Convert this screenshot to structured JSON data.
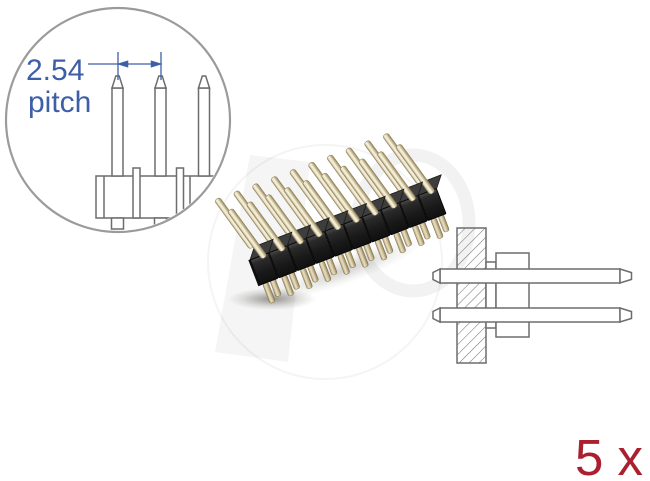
{
  "callout": {
    "pitch_value": "2.54",
    "pitch_label": "pitch",
    "accent_color": "#3d5fa8"
  },
  "quantity": {
    "label": "5 x",
    "color": "#ab1f2f"
  },
  "diagram": {
    "line_color": "#6d6d6d",
    "circle_outline_color": "#9b9b9b",
    "pins_shown_in_detail": 3
  },
  "photo": {
    "rows": 2,
    "pins_per_row": 10,
    "body_color": "#1b1b1b",
    "pin_color": "#d9cca4"
  }
}
